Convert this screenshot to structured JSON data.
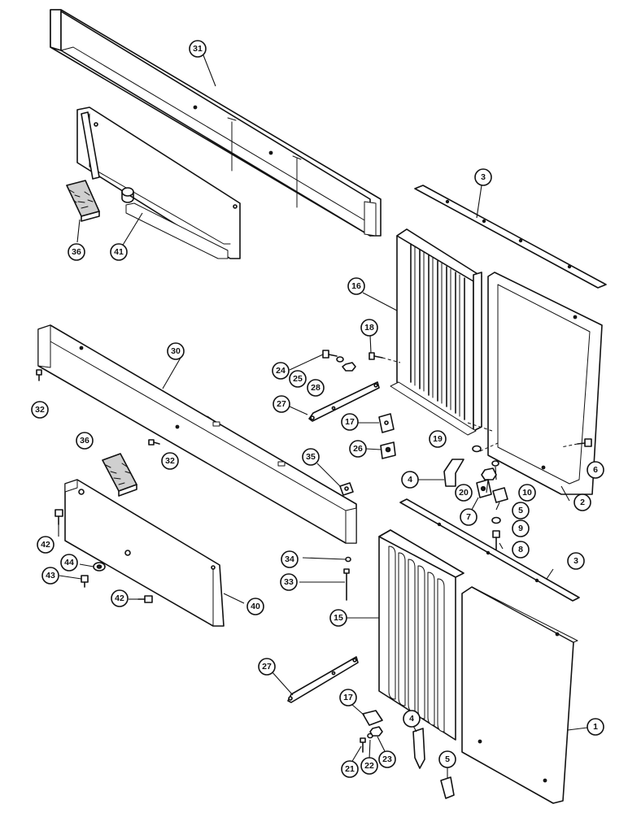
{
  "callouts": [
    {
      "id": "c31",
      "label": "31"
    },
    {
      "id": "c36a",
      "label": "36"
    },
    {
      "id": "c41",
      "label": "41"
    },
    {
      "id": "c3a",
      "label": "3"
    },
    {
      "id": "c16",
      "label": "16"
    },
    {
      "id": "c18",
      "label": "18"
    },
    {
      "id": "c30",
      "label": "30"
    },
    {
      "id": "c24",
      "label": "24"
    },
    {
      "id": "c25",
      "label": "25"
    },
    {
      "id": "c28",
      "label": "28"
    },
    {
      "id": "c32a",
      "label": "32"
    },
    {
      "id": "c27a",
      "label": "27"
    },
    {
      "id": "c17a",
      "label": "17"
    },
    {
      "id": "c36b",
      "label": "36"
    },
    {
      "id": "c32b",
      "label": "32"
    },
    {
      "id": "c26",
      "label": "26"
    },
    {
      "id": "c19",
      "label": "19"
    },
    {
      "id": "c6",
      "label": "6"
    },
    {
      "id": "c35",
      "label": "35"
    },
    {
      "id": "c4a",
      "label": "4"
    },
    {
      "id": "c20",
      "label": "20"
    },
    {
      "id": "c10",
      "label": "10"
    },
    {
      "id": "c2",
      "label": "2"
    },
    {
      "id": "c7",
      "label": "7"
    },
    {
      "id": "c5a",
      "label": "5"
    },
    {
      "id": "c9",
      "label": "9"
    },
    {
      "id": "c42a",
      "label": "42"
    },
    {
      "id": "c8",
      "label": "8"
    },
    {
      "id": "c34",
      "label": "34"
    },
    {
      "id": "c44",
      "label": "44"
    },
    {
      "id": "c3b",
      "label": "3"
    },
    {
      "id": "c43",
      "label": "43"
    },
    {
      "id": "c33",
      "label": "33"
    },
    {
      "id": "c42b",
      "label": "42"
    },
    {
      "id": "c40",
      "label": "40"
    },
    {
      "id": "c15",
      "label": "15"
    },
    {
      "id": "c27b",
      "label": "27"
    },
    {
      "id": "c17b",
      "label": "17"
    },
    {
      "id": "c4b",
      "label": "4"
    },
    {
      "id": "c1",
      "label": "1"
    },
    {
      "id": "c21",
      "label": "21"
    },
    {
      "id": "c22",
      "label": "22"
    },
    {
      "id": "c23",
      "label": "23"
    },
    {
      "id": "c5b",
      "label": "5"
    }
  ]
}
